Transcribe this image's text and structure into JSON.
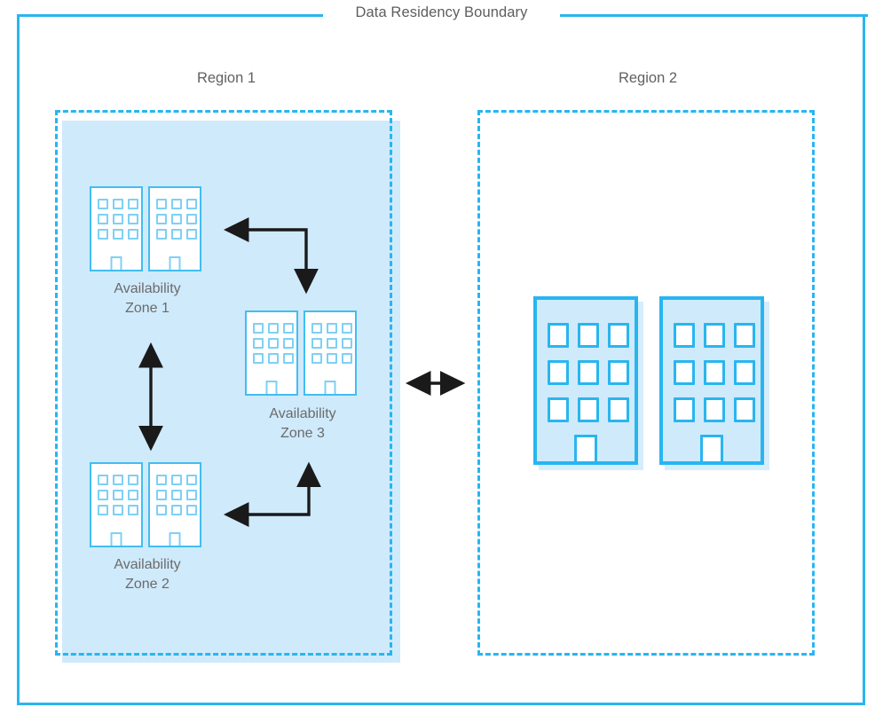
{
  "diagram": {
    "title": "Data Residency Boundary",
    "accent_color": "#29b5f0",
    "fill_color": "#cfeafb",
    "text_color": "#5e5e5e",
    "arrow_color": "#1a1a1a"
  },
  "regions": [
    {
      "id": "region-1",
      "title": "Region 1",
      "filled": true,
      "zones": [
        {
          "id": "az-1",
          "label": "Availability\nZone 1",
          "buildings": 2,
          "style": "outline"
        },
        {
          "id": "az-3",
          "label": "Availability\nZone 3",
          "buildings": 2,
          "style": "outline"
        },
        {
          "id": "az-2",
          "label": "Availability\nZone 2",
          "buildings": 2,
          "style": "outline"
        }
      ]
    },
    {
      "id": "region-2",
      "title": "Region 2",
      "filled": false,
      "zones": [
        {
          "id": "region-2-datacenters",
          "label": "",
          "buildings": 2,
          "style": "filled"
        }
      ]
    }
  ],
  "connections": [
    {
      "id": "az1-az3",
      "from": "az-1",
      "to": "az-3",
      "shape": "elbow",
      "direction": "bidirectional"
    },
    {
      "id": "az1-az2",
      "from": "az-1",
      "to": "az-2",
      "shape": "straight-vertical",
      "direction": "bidirectional"
    },
    {
      "id": "az2-az3",
      "from": "az-2",
      "to": "az-3",
      "shape": "elbow",
      "direction": "bidirectional"
    },
    {
      "id": "region1-region2",
      "from": "region-1",
      "to": "region-2",
      "shape": "straight-horizontal",
      "direction": "bidirectional"
    }
  ]
}
